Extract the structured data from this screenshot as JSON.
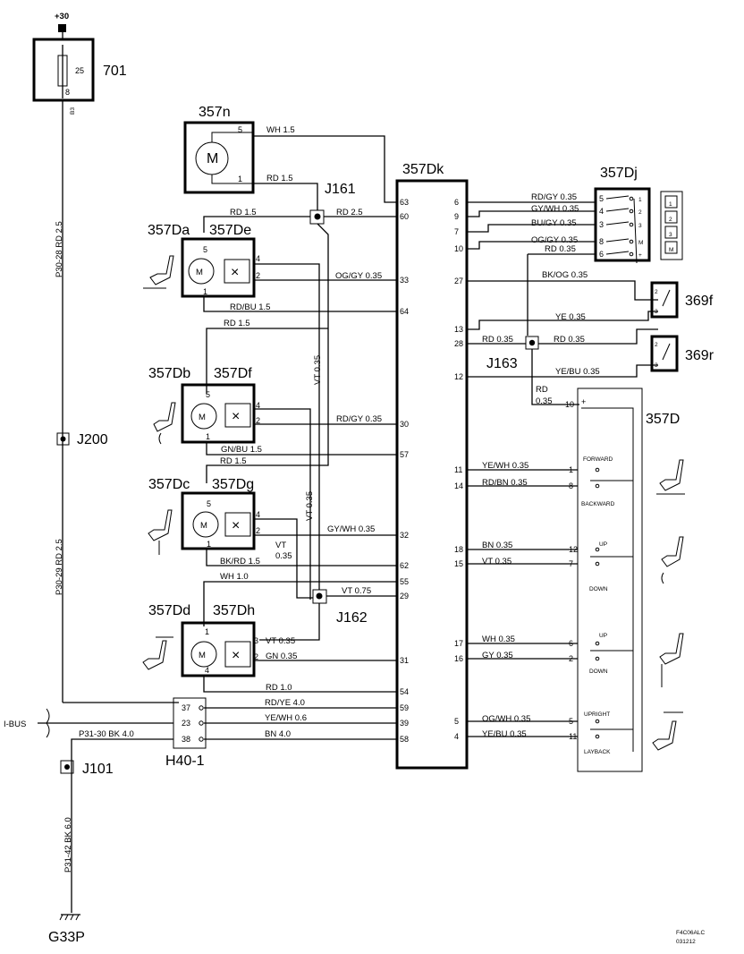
{
  "supply": "+30",
  "ground": "G33P",
  "corner": {
    "line1": "F4C06ALC",
    "line2": "031212"
  },
  "components": {
    "c701": "701",
    "fuse_rating": "25",
    "fuse_pin": "8",
    "fuse_out": "B3",
    "m357n": "357n",
    "m357da": "357Da",
    "m357de": "357De",
    "m357db": "357Db",
    "m357df": "357Df",
    "m357dc": "357Dc",
    "m357dg": "357Dg",
    "m357dd": "357Dd",
    "m357dh": "357Dh",
    "m357dk": "357Dk",
    "m357dj": "357Dj",
    "m357d": "357D",
    "s369f": "369f",
    "s369r": "369r",
    "motor_glyph": "M",
    "pot_glyph": "×"
  },
  "joints": {
    "j161": "J161",
    "j162": "J162",
    "j163": "J163",
    "j200": "J200",
    "j101": "J101"
  },
  "connector": {
    "name": "H40-1",
    "ibus": "I-BUS",
    "pins": [
      "37",
      "23",
      "38"
    ]
  },
  "vertical_labels": {
    "p30_28": "P30-28  RD  2.5",
    "p30_29": "P30-29  RD  2.5",
    "p31_42": "P31-42  BK  6.0",
    "vt1": "VT  0.35",
    "vt2": "VT  0.35"
  },
  "wires": {
    "wh15": "WH 1.5",
    "rd15a": "RD 1.5",
    "rd15b": "RD 1.5",
    "rd25": "RD  2.5",
    "oggy": "OG/GY  0.35",
    "rdbu": "RD/BU  1.5",
    "rd15c": "RD 1.5",
    "rdgy": "RD/GY  0.35",
    "gnbu": "GN/BU  1.5",
    "rd15d": "RD 1.5",
    "gywh": "GY/WH  0.35",
    "vt_lbl": "VT",
    "vt_val": "0.35",
    "bkrd": "BK/RD  1.5",
    "wh10": "WH  1.0",
    "vt075": "VT  0.75",
    "vt035": "VT  0.35",
    "gn035": "GN  0.35",
    "rd10": "RD  1.0",
    "rdye": "RD/YE  4.0",
    "yewh": "YE/WH  0.6",
    "bn40": "BN  4.0",
    "p31_30": "P31-30  BK  4.0",
    "rdgy2": "RD/GY  0.35",
    "gywh2": "GY/WH  0.35",
    "bugy": "BU/GY  0.35",
    "oggy2": "OG/GY  0.35",
    "rd035a": "RD  0.35",
    "bkog": "BK/OG  0.35",
    "ye035": "YE  0.35",
    "rd035b": "RD  0.35",
    "rd035c": "RD  0.35",
    "yebu": "YE/BU  0.35",
    "rd_lbl": "RD",
    "rd_val": "0.35",
    "yewh2": "YE/WH  0.35",
    "rdbn": "RD/BN  0.35",
    "bn035": "BN  0.35",
    "vt035b": "VT  0.35",
    "wh035": "WH  0.35",
    "gy035": "GY  0.35",
    "ogwh": "OG/WH  0.35",
    "yebu2": "YE/BU  0.35"
  },
  "motor_pins": {
    "n5": "5",
    "n1": "1",
    "da5": "5",
    "da1": "1",
    "de4": "4",
    "de2": "2",
    "db5": "5",
    "db1": "1",
    "df4": "4",
    "df2": "2",
    "dc5": "5",
    "dc1": "1",
    "dg4": "4",
    "dg2": "2",
    "dd1": "1",
    "dd4": "4",
    "dh3": "3",
    "dh2": "2"
  },
  "dk_left_pins": [
    "63",
    "60",
    "33",
    "64",
    "30",
    "57",
    "32",
    "62",
    "55",
    "29",
    "31",
    "54",
    "59",
    "39",
    "58"
  ],
  "dk_right_pins": [
    "6",
    "9",
    "7",
    "10",
    "27",
    "13",
    "28",
    "12",
    "11",
    "14",
    "18",
    "15",
    "17",
    "16",
    "5",
    "4"
  ],
  "dj_pins": [
    "5",
    "4",
    "3",
    "8",
    "6"
  ],
  "dj_out": [
    "1",
    "2",
    "3",
    "M",
    "+"
  ],
  "memory_keys": [
    "1",
    "2",
    "3",
    "M"
  ],
  "d_pins": [
    "10",
    "1",
    "8",
    "12",
    "7",
    "6",
    "2",
    "5",
    "11"
  ],
  "d_plus": "+",
  "d_labels": {
    "forward": "FORWARD",
    "backward": "BACKWARD",
    "up1": "UP",
    "down1": "DOWN",
    "up2": "UP",
    "down2": "DOWN",
    "upright": "UPRIGHT",
    "layback": "LAYBACK"
  },
  "switch_pins": {
    "f2": "2",
    "f3": "3",
    "r2": "2",
    "r3": "3"
  }
}
